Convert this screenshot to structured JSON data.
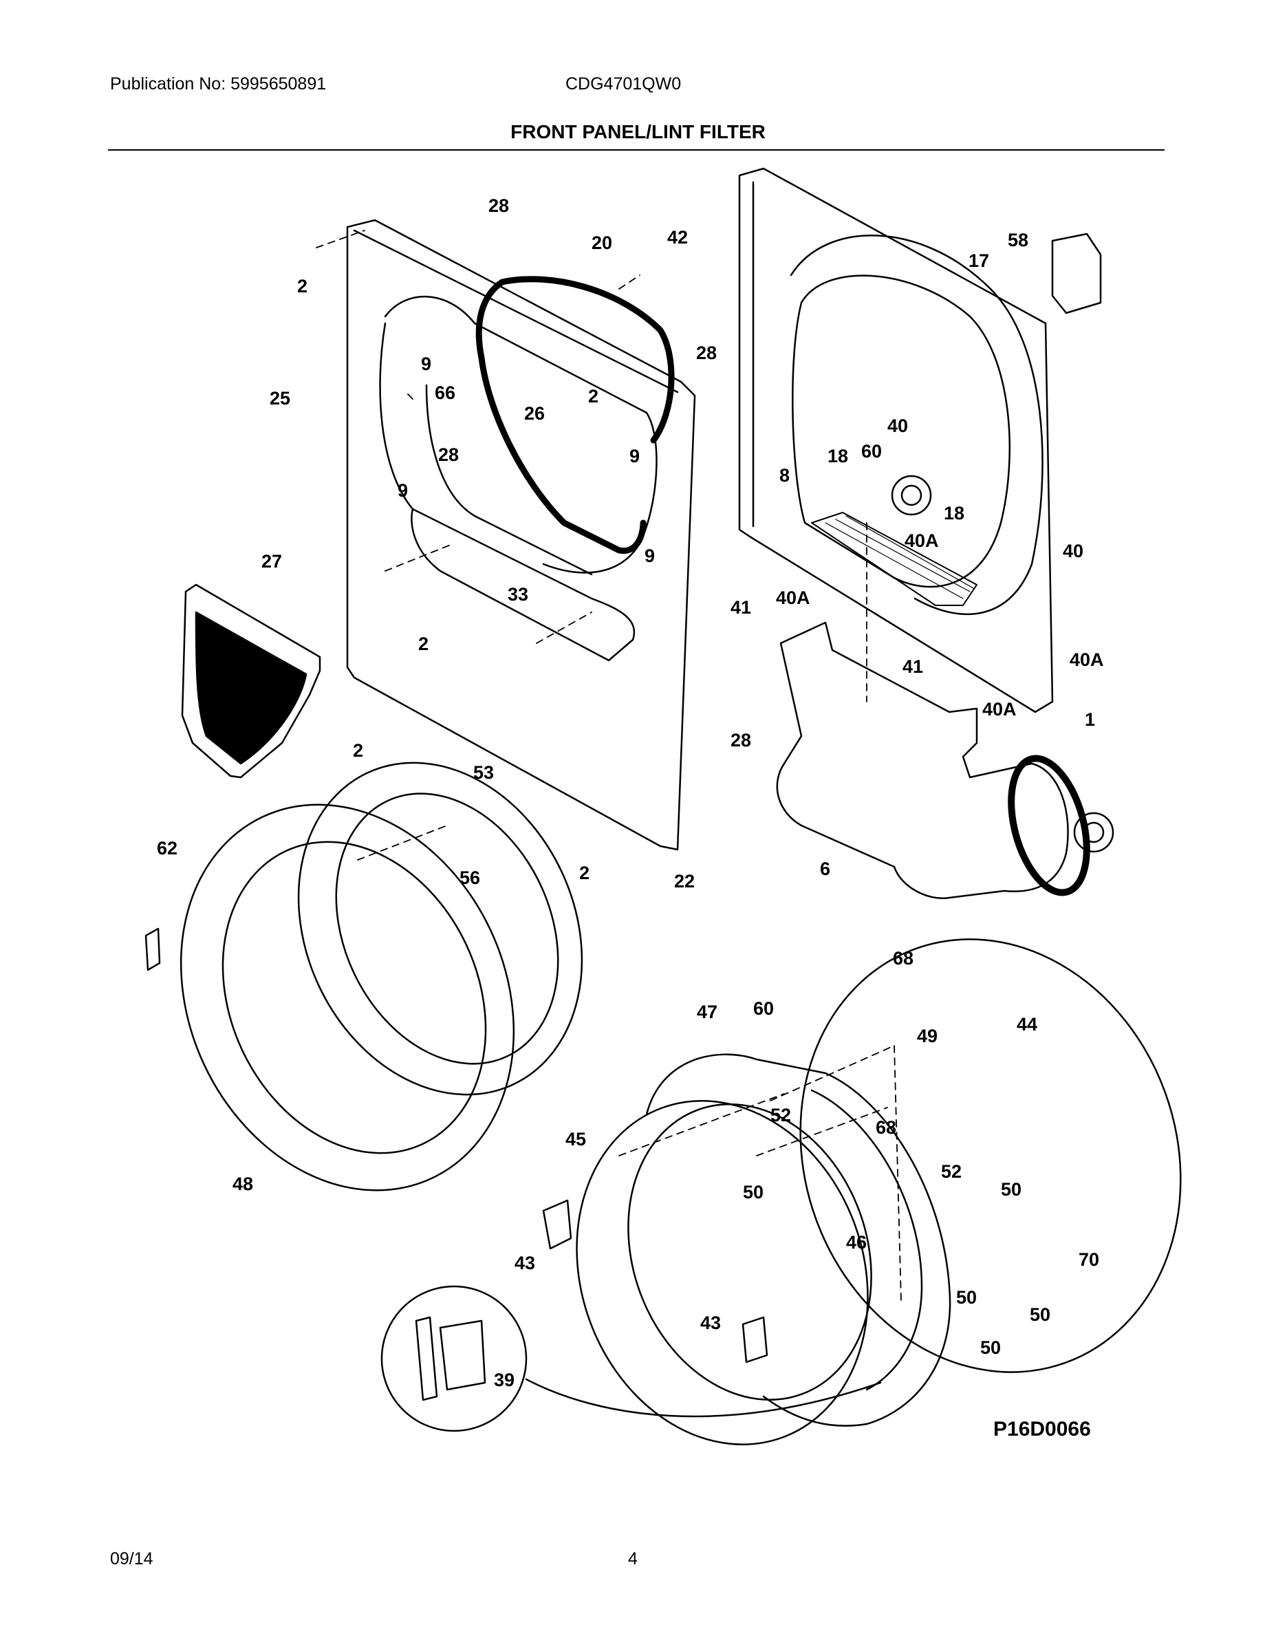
{
  "header": {
    "publication": "Publication No: 5995650891",
    "model": "CDG4701QW0",
    "section_title": "FRONT PANEL/LINT FILTER"
  },
  "diagram": {
    "code": "P16D0066",
    "callouts": [
      "28",
      "2",
      "20",
      "42",
      "58",
      "17",
      "25",
      "9",
      "66",
      "26",
      "2",
      "28",
      "9",
      "28",
      "9",
      "18",
      "60",
      "40",
      "8",
      "18",
      "40A",
      "9",
      "27",
      "33",
      "41",
      "40A",
      "40",
      "2",
      "41",
      "40A",
      "40A",
      "1",
      "2",
      "28",
      "53",
      "62",
      "56",
      "2",
      "22",
      "6",
      "68",
      "47",
      "60",
      "44",
      "49",
      "52",
      "68",
      "45",
      "50",
      "48",
      "52",
      "50",
      "46",
      "70",
      "43",
      "50",
      "50",
      "43",
      "50",
      "39"
    ]
  },
  "footer": {
    "date": "09/14",
    "page": "4"
  }
}
